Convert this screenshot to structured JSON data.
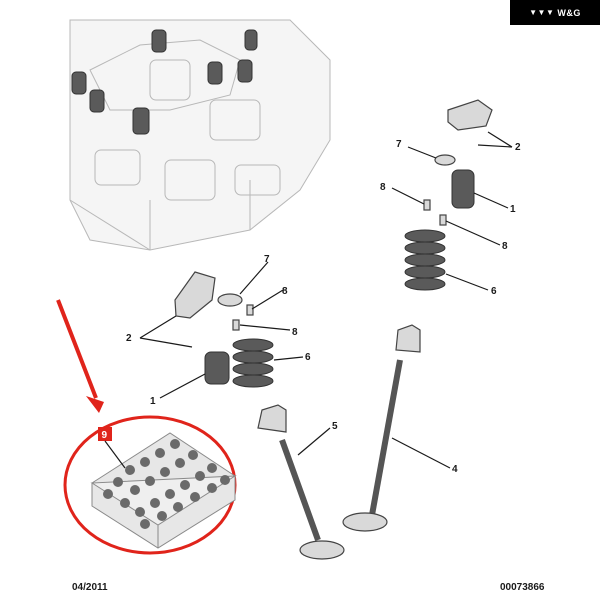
{
  "brand": {
    "logo_text": "W&G",
    "logo_mark": "▼▼▼"
  },
  "footer": {
    "date": "04/2011",
    "ref": "00073866"
  },
  "callouts": {
    "c1_left": "1",
    "c1_right": "1",
    "c2_left": "2",
    "c2_right": "2",
    "c4": "4",
    "c5": "5",
    "c6_left": "6",
    "c6_right": "6",
    "c7_left": "7",
    "c7_right": "7",
    "c8_left_top": "8",
    "c8_left_bottom": "8",
    "c8_right_top": "8",
    "c8_right_bottom": "8",
    "c9": "9"
  },
  "colors": {
    "highlight_red": "#e0241b",
    "badge_bg": "#000000"
  }
}
